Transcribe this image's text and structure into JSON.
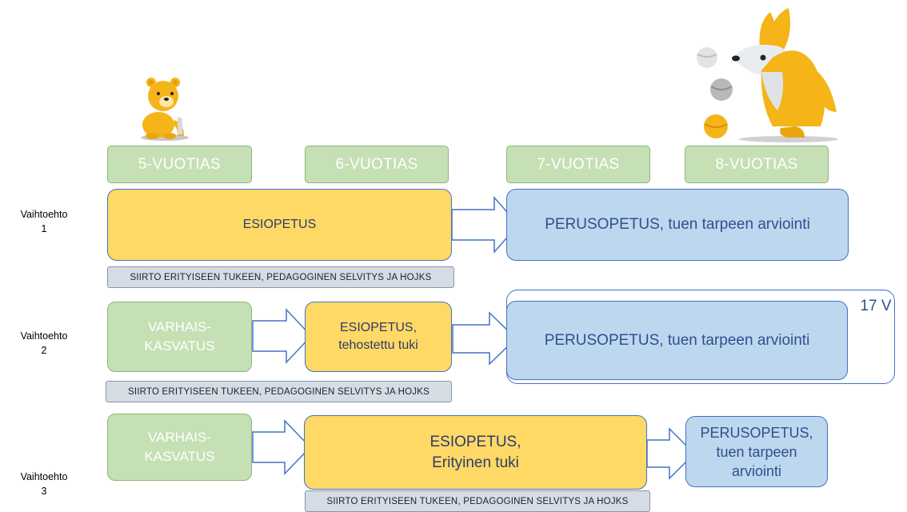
{
  "ages": [
    "5-VUOTIAS",
    "6-VUOTIAS",
    "7-VUOTIAS",
    "8-VUOTIAS"
  ],
  "options": [
    {
      "label": "Vaihtoehto\n1",
      "preschool": "ESIOPETUS",
      "basic": "PERUSOPETUS, tuen tarpeen arviointi",
      "transfer": "SIIRTO ERITYISEEN TUKEEN, PEDAGOGINEN SELVITYS JA HOJKS"
    },
    {
      "label": "Vaihtoehto\n2",
      "early": "VARHAIS-\nKASVATUS",
      "preschool": "ESIOPETUS,\ntehostettu tuki",
      "basic": "PERUSOPETUS, tuen tarpeen arviointi",
      "extra": "17 V",
      "transfer": "SIIRTO ERITYISEEN TUKEEN, PEDAGOGINEN SELVITYS JA HOJKS"
    },
    {
      "label": "Vaihtoehto\n3",
      "early": "VARHAIS-\nKASVATUS",
      "preschool": "ESIOPETUS,\nErityinen tuki",
      "basic": "PERUSOPETUS,\ntuen tarpeen\narviointi",
      "transfer": "SIIRTO ERITYISEEN TUKEEN, PEDAGOGINEN SELVITYS JA HOJKS"
    }
  ],
  "colors": {
    "age_green": "#c5e0b4",
    "preschool_yellow": "#ffd966",
    "basic_blue": "#bdd7ee",
    "outline_blue": "#4472c4",
    "transfer_gray": "#d6dce4"
  },
  "icons": [
    "bear-cub-illustration",
    "dog-with-balls-illustration"
  ]
}
